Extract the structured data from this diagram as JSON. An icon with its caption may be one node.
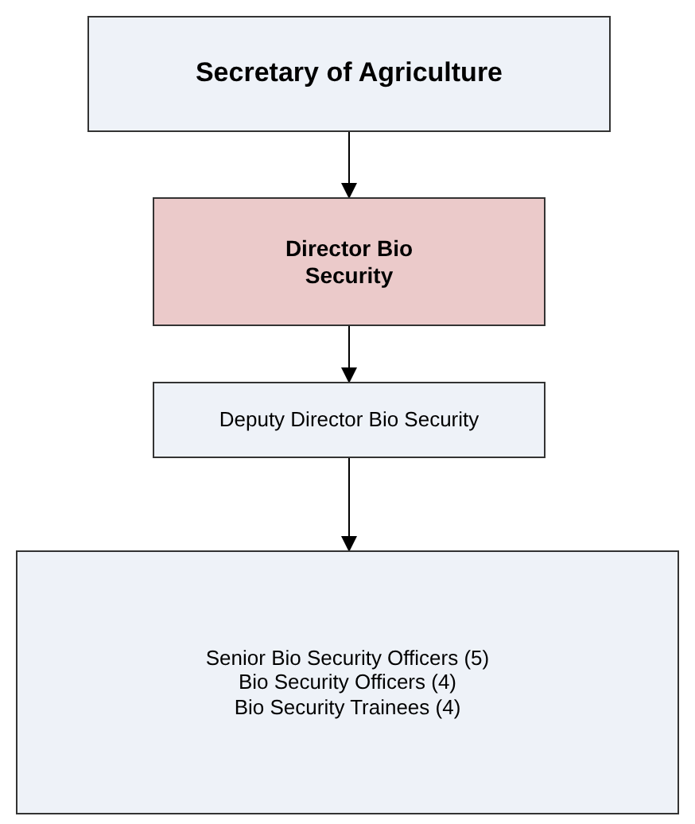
{
  "diagram": {
    "nodes": [
      {
        "text": [
          "Secretary of Agriculture"
        ]
      },
      {
        "text": [
          "Director Bio Security"
        ]
      },
      {
        "text": [
          "Deputy Director Bio Security"
        ]
      },
      {
        "text": [
          "Senior Bio Security Officers (5)",
          "Bio Security Officers (4)",
          "Bio Security Trainees (4)"
        ]
      }
    ],
    "edges": [
      {
        "from": 0,
        "to": 1,
        "arrow": "to"
      },
      {
        "from": 1,
        "to": 2,
        "arrow": "to"
      },
      {
        "from": 2,
        "to": 3,
        "arrow": "to"
      }
    ]
  }
}
